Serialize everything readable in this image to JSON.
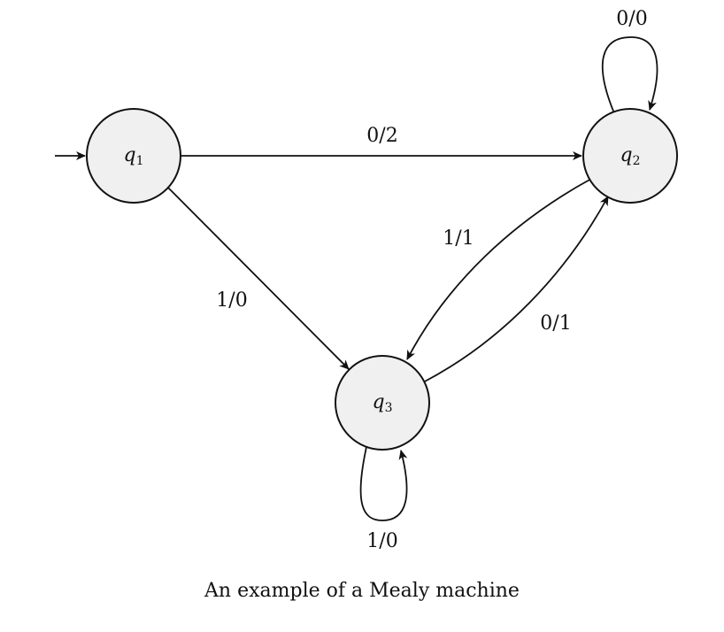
{
  "diagram": {
    "states": {
      "q1": {
        "name": "q",
        "sub": "1"
      },
      "q2": {
        "name": "q",
        "sub": "2"
      },
      "q3": {
        "name": "q",
        "sub": "3"
      }
    },
    "transitions": {
      "q1_q2": "0/2",
      "q1_q3": "1/0",
      "q2_q2": "0/0",
      "q2_q3": "1/1",
      "q3_q2": "0/1",
      "q3_q3": "1/0"
    },
    "colors": {
      "state_fill": "#f0f0f0",
      "stroke": "#111111"
    }
  },
  "caption": "An example of a Mealy machine"
}
